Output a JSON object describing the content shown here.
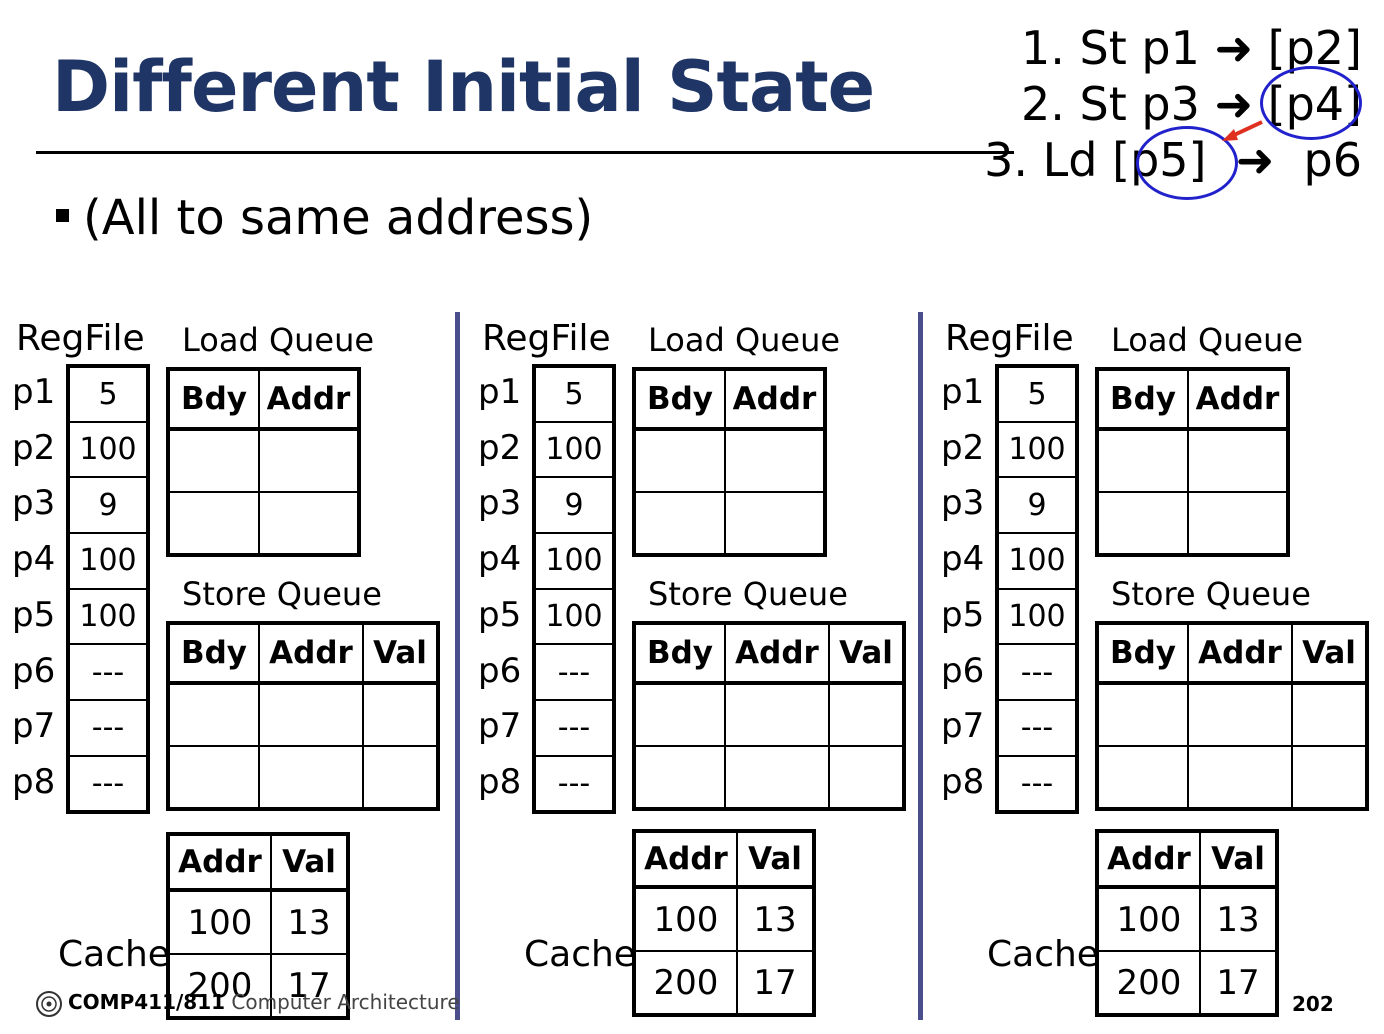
{
  "title": "Different Initial State",
  "bullet": "(All to same address)",
  "instructions": {
    "i1": {
      "num": "1.",
      "op": "St",
      "src": "p1",
      "arrow": "➜",
      "dst": "[p2]"
    },
    "i2": {
      "num": "2.",
      "op": "St",
      "src": "p3",
      "arrow": "➜",
      "dst": "[p4]"
    },
    "i3": {
      "num": "3.",
      "op": "Ld",
      "src": "[p5]",
      "arrow": "➜",
      "dst": "p6"
    }
  },
  "labels": {
    "regfile": "RegFile",
    "load_queue": "Load Queue",
    "store_queue": "Store Queue",
    "cache": "Cache"
  },
  "queue_headers": {
    "bdy": "Bdy",
    "addr": "Addr",
    "val": "Val"
  },
  "registers": [
    {
      "name": "p1",
      "value": "5"
    },
    {
      "name": "p2",
      "value": "100"
    },
    {
      "name": "p3",
      "value": "9"
    },
    {
      "name": "p4",
      "value": "100"
    },
    {
      "name": "p5",
      "value": "100"
    },
    {
      "name": "p6",
      "value": "---"
    },
    {
      "name": "p7",
      "value": "---"
    },
    {
      "name": "p8",
      "value": "---"
    }
  ],
  "cache_headers": {
    "addr": "Addr",
    "val": "Val"
  },
  "cache_rows": [
    {
      "addr": "100",
      "val": "13"
    },
    {
      "addr": "200",
      "val": "17"
    }
  ],
  "footer": {
    "course": "COMP411/811",
    "subject": "Computer Architecture"
  },
  "page_number": "202",
  "colors": {
    "title": "#1f3566",
    "circle": "#2222cc",
    "arrow": "#e03020",
    "separator": "#4a4f8c"
  }
}
